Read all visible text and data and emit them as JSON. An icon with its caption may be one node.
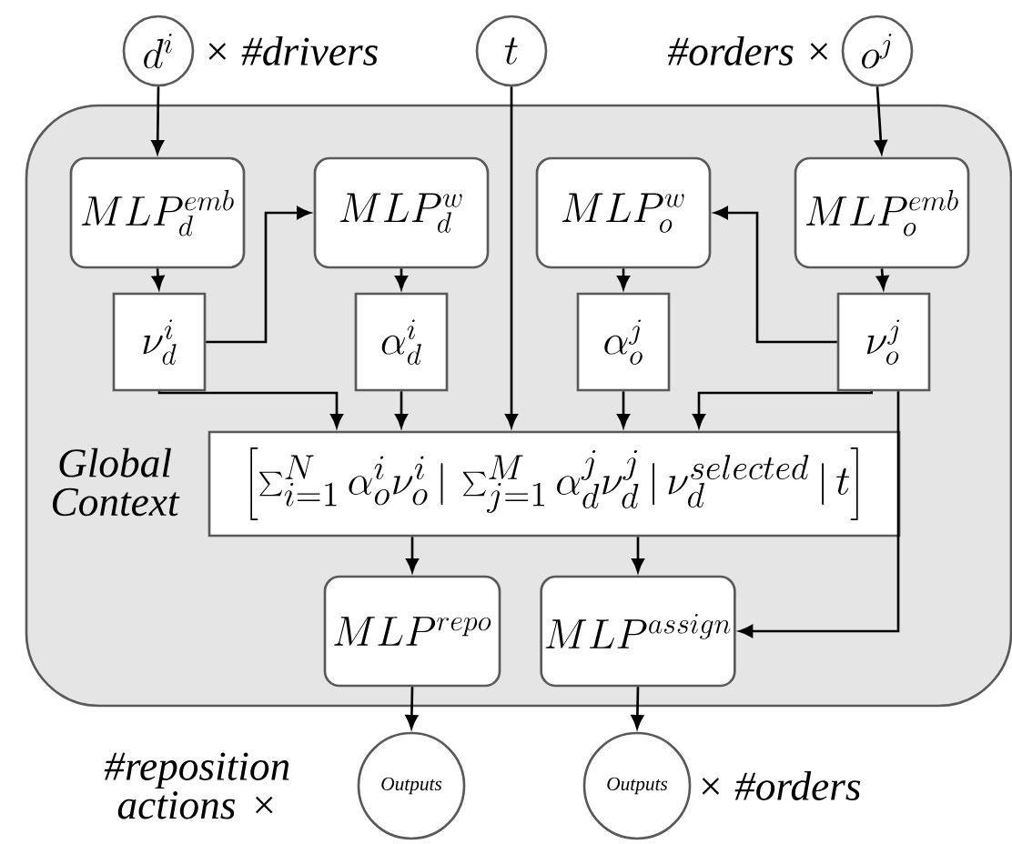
{
  "diagram": {
    "nodes": [
      {
        "text": [],
        "shape": "box"
      },
      {
        "text": [
          "d^{i}"
        ],
        "beside": [
          "× #drivers"
        ]
      },
      {
        "text": [
          "t"
        ]
      },
      {
        "text": [
          "o^{j}"
        ],
        "beside": [
          "#orders ×"
        ]
      },
      {
        "text": [
          "MLP_{d}^{emb}"
        ],
        "in": 0
      },
      {
        "text": [
          "MLP_{d}^{w}"
        ],
        "in": 0
      },
      {
        "text": [
          "MLP_{o}^{w}"
        ],
        "in": 0
      },
      {
        "text": [
          "MLP_{o}^{emb}"
        ],
        "in": 0
      },
      {
        "text": [
          "\\nu_{d}^{i}"
        ],
        "in": 0
      },
      {
        "text": [
          "\\alpha_{d}^{i}"
        ],
        "in": 0
      },
      {
        "text": [
          "\\alpha_{o}^{j}"
        ],
        "in": 0
      },
      {
        "text": [
          "\\nu_{o}^{j}"
        ],
        "in": 0
      },
      {
        "text": [
          "\\left[\\sum_{i=1}^{N}\\alpha_{o}^{i}\\nu_{o}^{i} \\,|\\, \\sum_{j=1}^{M}\\alpha_{d}^{j}\\nu_{d}^{j} \\,|\\, \\nu_{d}^{selected} \\,|\\, t\\right]"
        ],
        "beside": [
          "Global Context"
        ],
        "in": 0
      },
      {
        "text": [
          "MLP^{repo}"
        ],
        "in": 0
      },
      {
        "text": [
          "MLP^{assign}"
        ],
        "in": 0
      },
      {
        "text": [
          "Outputs"
        ],
        "beside": [
          "#reposition actions ×"
        ]
      },
      {
        "text": [
          "Outputs"
        ],
        "beside": [
          "× #orders"
        ]
      }
    ],
    "edges": [
      {
        "from": 1,
        "to": 4,
        "arrow": "to"
      },
      {
        "from": 3,
        "to": 7,
        "arrow": "to"
      },
      {
        "from": 2,
        "to": 12,
        "arrow": "to"
      },
      {
        "from": 4,
        "to": 8,
        "arrow": "to"
      },
      {
        "from": 8,
        "to": 5,
        "arrow": "to"
      },
      {
        "from": 5,
        "to": 9,
        "arrow": "to"
      },
      {
        "from": 6,
        "to": 10,
        "arrow": "to"
      },
      {
        "from": 7,
        "to": 11,
        "arrow": "to"
      },
      {
        "from": 11,
        "to": 6,
        "arrow": "to"
      },
      {
        "from": 8,
        "to": 12,
        "arrow": "to"
      },
      {
        "from": 9,
        "to": 12,
        "arrow": "to"
      },
      {
        "from": 10,
        "to": 12,
        "arrow": "to"
      },
      {
        "from": 11,
        "to": 12,
        "arrow": "to"
      },
      {
        "from": 11,
        "to": 14,
        "arrow": "to"
      },
      {
        "from": 12,
        "to": 13,
        "arrow": "to"
      },
      {
        "from": 12,
        "to": 14,
        "arrow": "to"
      },
      {
        "from": 13,
        "to": 15,
        "arrow": "to"
      },
      {
        "from": 14,
        "to": 16,
        "arrow": "to"
      }
    ]
  }
}
